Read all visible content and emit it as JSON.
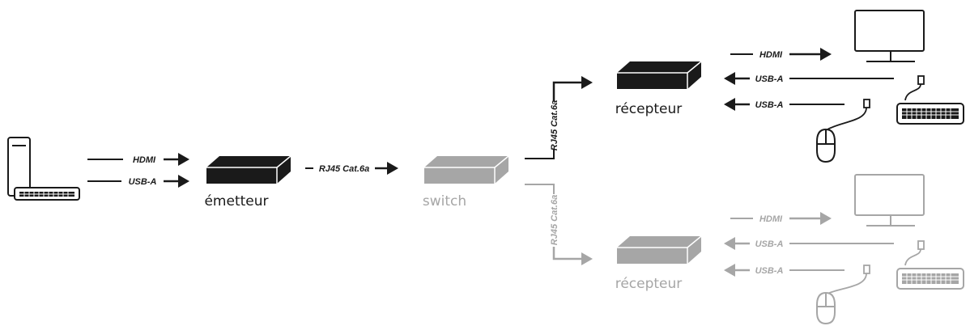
{
  "colors": {
    "dark": "#1a1a1a",
    "gray": "#a6a6a6",
    "background": "#ffffff"
  },
  "devices": {
    "transmitter_label": "émetteur",
    "switch_label": "switch",
    "receiver_1_label": "récepteur",
    "receiver_2_label": "récepteur"
  },
  "cables": {
    "source_hdmi": "HDMI",
    "source_usb": "USB-A",
    "transmitter_to_switch": "RJ45 Cat.6a",
    "switch_to_receiver_1": "RJ45 Cat.6a",
    "switch_to_receiver_2": "RJ45 Cat.6a",
    "receiver_1_hdmi": "HDMI",
    "receiver_1_usb_keyboard": "USB-A",
    "receiver_1_usb_mouse": "USB-A",
    "receiver_2_hdmi": "HDMI",
    "receiver_2_usb_keyboard": "USB-A",
    "receiver_2_usb_mouse": "USB-A"
  },
  "icons": [
    "computer-tower-icon",
    "keyboard-icon",
    "box-device-icon",
    "monitor-icon",
    "mouse-icon",
    "usb-plug-icon",
    "arrow-right-icon",
    "arrow-left-icon"
  ]
}
